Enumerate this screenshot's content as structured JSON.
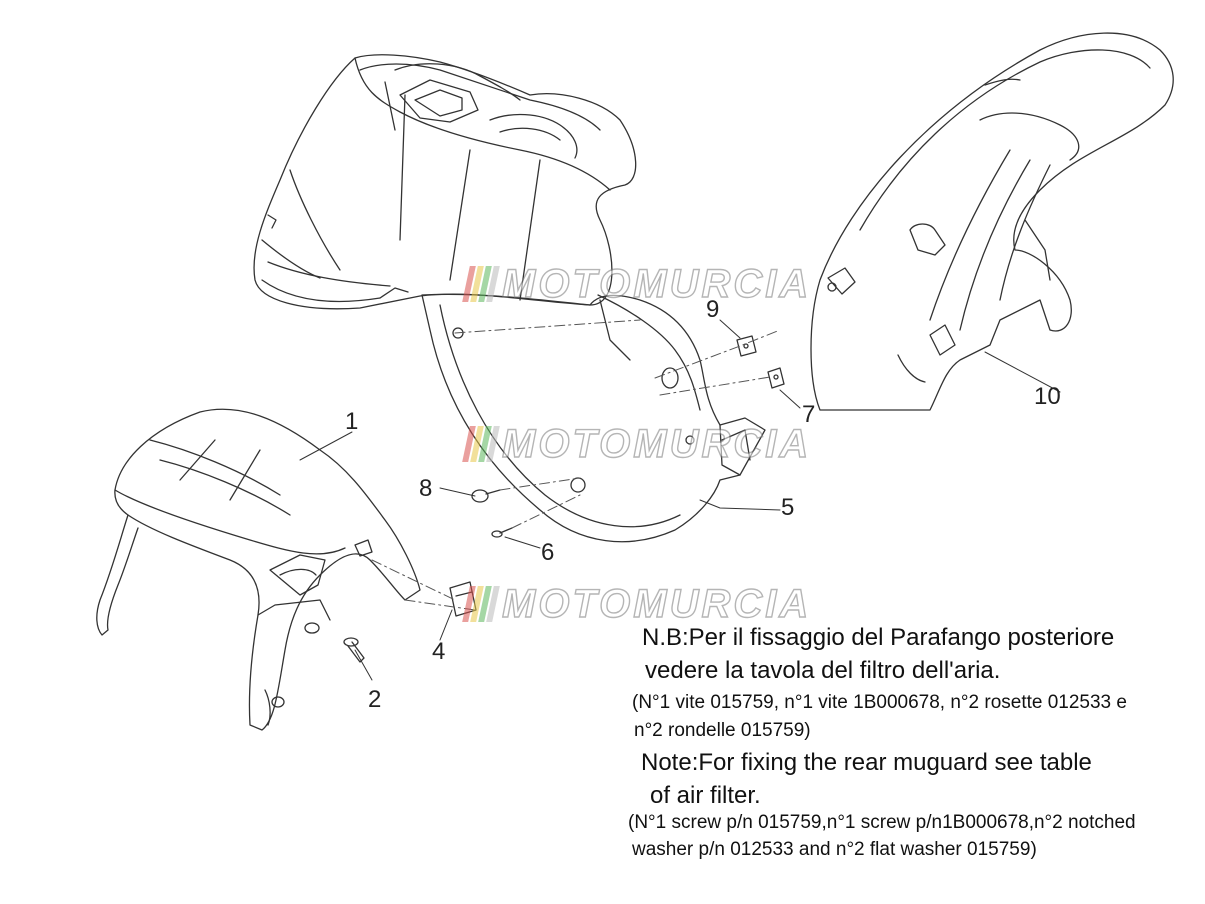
{
  "callouts": [
    {
      "id": "1",
      "label": "1"
    },
    {
      "id": "2",
      "label": "2"
    },
    {
      "id": "4",
      "label": "4"
    },
    {
      "id": "5",
      "label": "5"
    },
    {
      "id": "6",
      "label": "6"
    },
    {
      "id": "7",
      "label": "7"
    },
    {
      "id": "8",
      "label": "8"
    },
    {
      "id": "9",
      "label": "9"
    },
    {
      "id": "10",
      "label": "10"
    }
  ],
  "watermark": {
    "text": "MOTOMURCIA",
    "colors": [
      "#d9534f",
      "#e8c84a",
      "#5cb85c",
      "#bbbbbb"
    ]
  },
  "notes": {
    "it_line1": "N.B:Per il fissaggio del Parafango posteriore",
    "it_line2": "vedere la tavola del filtro dell'aria.",
    "it_line3": "(N°1 vite 015759, n°1 vite 1B000678, n°2 rosette 012533 e",
    "it_line4": "n°2 rondelle 015759)",
    "en_line1": "Note:For fixing the rear muguard see table",
    "en_line2": "of air filter.",
    "en_line3": "(N°1 screw p/n 015759,n°1 screw p/n1B000678,n°2 notched",
    "en_line4": "washer p/n 012533 and n°2 flat washer 015759)"
  }
}
